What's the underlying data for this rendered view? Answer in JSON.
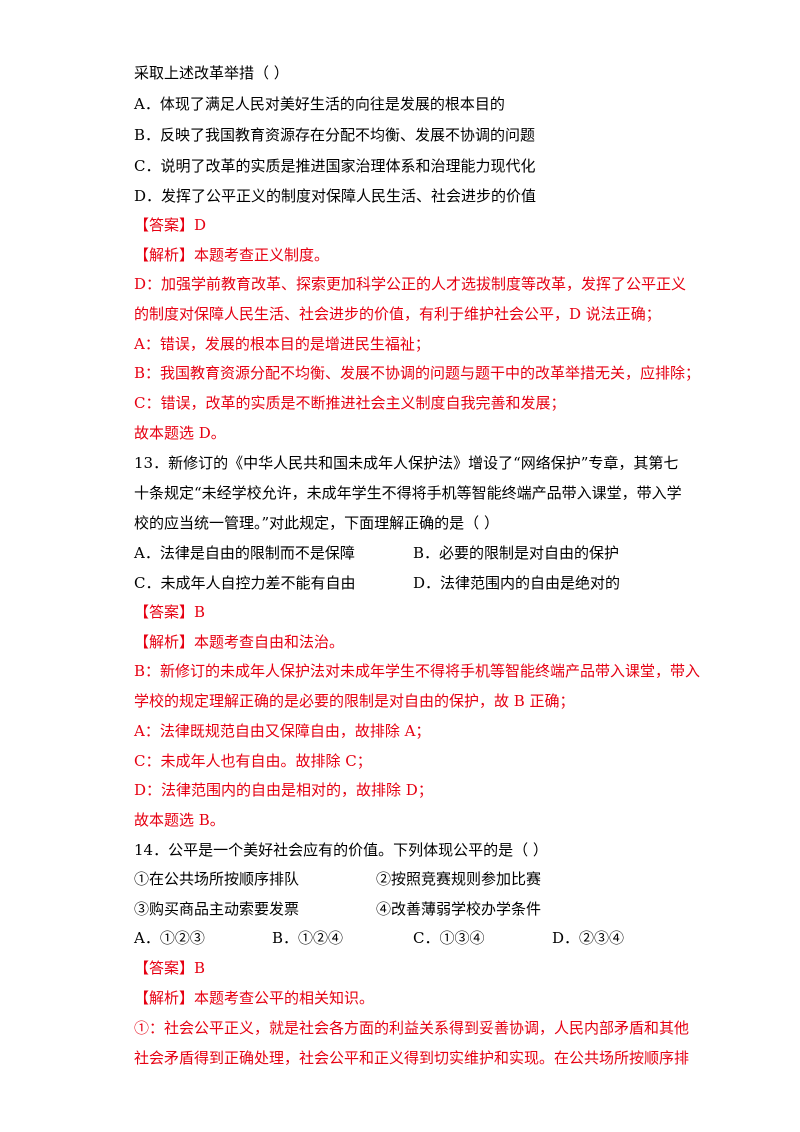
{
  "doc": {
    "lines": [
      {
        "id": "l0",
        "text": "采取上述改革举措（    ）",
        "color": "black"
      },
      {
        "id": "l1",
        "text": "A．体现了满足人民对美好生活的向往是发展的根本目的",
        "color": "black"
      },
      {
        "id": "l2",
        "text": "B．反映了我国教育资源存在分配不均衡、发展不协调的问题",
        "color": "black"
      },
      {
        "id": "l3",
        "text": "C．说明了改革的实质是推进国家治理体系和治理能力现代化",
        "color": "black"
      },
      {
        "id": "l4",
        "text": "D．发挥了公平正义的制度对保障人民生活、社会进步的价值",
        "color": "black"
      },
      {
        "id": "l5",
        "text": "【答案】D",
        "color": "red"
      },
      {
        "id": "l6",
        "text": "【解析】本题考查正义制度。",
        "color": "red"
      },
      {
        "id": "l7",
        "text": "D：加强学前教育改革、探索更加科学公正的人才选拔制度等改革，发挥了公平正义",
        "color": "red"
      },
      {
        "id": "l8",
        "text": "的制度对保障人民生活、社会进步的价值，有利于维护社会公平，D 说法正确；",
        "color": "red"
      },
      {
        "id": "l9",
        "text": "A：错误，发展的根本目的是增进民生福祉；",
        "color": "red"
      },
      {
        "id": "l10",
        "text": "B：我国教育资源分配不均衡、发展不协调的问题与题干中的改革举措无关，应排除；",
        "color": "red"
      },
      {
        "id": "l11",
        "text": "C：错误，改革的实质是不断推进社会主义制度自我完善和发展；",
        "color": "red"
      },
      {
        "id": "l12",
        "text": "故本题选 D。",
        "color": "red"
      },
      {
        "id": "l13",
        "text": "13．新修订的《中华人民共和国未成年人保护法》增设了“网络保护”专章，其第七",
        "color": "black"
      },
      {
        "id": "l14",
        "text": "十条规定“未经学校允许，未成年学生不得将手机等智能终端产品带入课堂，带入学",
        "color": "black"
      },
      {
        "id": "l15",
        "text": "校的应当统一管理。”对此规定，下面理解正确的是（    ）",
        "color": "black"
      }
    ],
    "q13_options": [
      {
        "id": "o13a",
        "text": "A．法律是自由的限制而不是保障"
      },
      {
        "id": "o13b",
        "text": "B．必要的限制是对自由的保护"
      },
      {
        "id": "o13c",
        "text": "C．未成年人自控力差不能有自由"
      },
      {
        "id": "o13d",
        "text": "D．法律范围内的自由是绝对的"
      }
    ],
    "lines2": [
      {
        "id": "m0",
        "text": "【答案】B",
        "color": "red"
      },
      {
        "id": "m1",
        "text": "【解析】本题考查自由和法治。",
        "color": "red"
      },
      {
        "id": "m2",
        "text": "B：新修订的未成年人保护法对未成年学生不得将手机等智能终端产品带入课堂，带入",
        "color": "red"
      },
      {
        "id": "m3",
        "text": "学校的规定理解正确的是必要的限制是对自由的保护，故 B 正确；",
        "color": "red"
      },
      {
        "id": "m4",
        "text": "A：法律既规范自由又保障自由，故排除 A；",
        "color": "red"
      },
      {
        "id": "m5",
        "text": "C：未成年人也有自由。故排除 C；",
        "color": "red"
      },
      {
        "id": "m6",
        "text": "D：法律范围内的自由是相对的，故排除 D；",
        "color": "red"
      },
      {
        "id": "m7",
        "text": "故本题选 B。",
        "color": "red"
      },
      {
        "id": "m8",
        "text": "14．公平是一个美好社会应有的价值。下列体现公平的是（    ）",
        "color": "black"
      }
    ],
    "q14_items": [
      {
        "id": "i1",
        "text": "①在公共场所按顺序排队"
      },
      {
        "id": "i2",
        "text": "②按照竞赛规则参加比赛"
      },
      {
        "id": "i3",
        "text": "③购买商品主动索要发票"
      },
      {
        "id": "i4",
        "text": "④改善薄弱学校办学条件"
      }
    ],
    "q14_options": [
      {
        "id": "o14a",
        "text": "A．①②③"
      },
      {
        "id": "o14b",
        "text": "B．①②④"
      },
      {
        "id": "o14c",
        "text": "C．①③④"
      },
      {
        "id": "o14d",
        "text": "D．②③④"
      }
    ],
    "lines3": [
      {
        "id": "n0",
        "text": "【答案】B",
        "color": "red"
      },
      {
        "id": "n1",
        "text": "【解析】本题考查公平的相关知识。",
        "color": "red"
      },
      {
        "id": "n2",
        "text": "①：社会公平正义，就是社会各方面的利益关系得到妥善协调，人民内部矛盾和其他",
        "color": "red"
      },
      {
        "id": "n3",
        "text": "社会矛盾得到正确处理，社会公平和正义得到切实维护和实现。在公共场所按顺序排",
        "color": "red"
      }
    ]
  },
  "colors": {
    "text": "#000000",
    "answer": "#e60012"
  }
}
